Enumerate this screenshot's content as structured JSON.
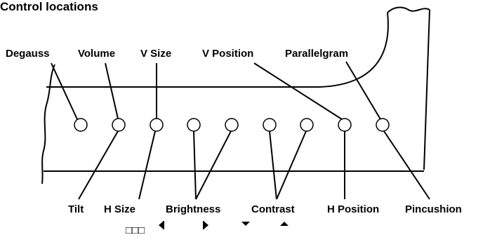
{
  "title": "Control locations",
  "labels_top": {
    "degauss": "Degauss",
    "volume": "Volume",
    "v_size": "V Size",
    "v_position": "V Position",
    "parallelgram": "Parallelgram"
  },
  "labels_bottom": {
    "tilt": "Tilt",
    "h_size": "H Size",
    "brightness": "Brightness",
    "contrast": "Contrast",
    "h_position": "H Position",
    "pincushion": "Pincushion"
  },
  "buttons": {
    "square_symbol": "□□□",
    "left_icon": "triangle-left-icon",
    "right_icon": "triangle-right-icon",
    "down_icon": "triangle-down-icon",
    "up_icon": "triangle-up-icon"
  }
}
